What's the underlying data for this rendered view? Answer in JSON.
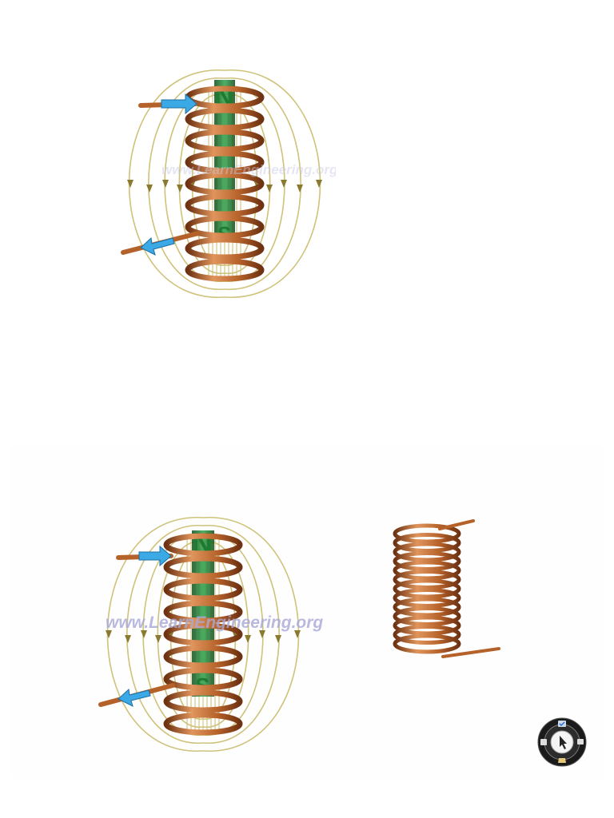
{
  "diagram": {
    "pole_north": "N",
    "pole_south": "S",
    "watermark": "www.LearnEngineering.org"
  },
  "colors": {
    "copper": "#b5612a",
    "copper_light": "#e0955c",
    "copper_dark": "#6e3212",
    "field_line": "#cfc27a",
    "field_arrow": "#8a7a30",
    "magnet": "#1f7a32",
    "current_arrow": "#3aa9e6",
    "watermark": "#a9a9d8"
  },
  "widget": {
    "icons": [
      "cursor-icon",
      "check-icon",
      "hand-icon",
      "camera-icon",
      "film-icon"
    ]
  }
}
